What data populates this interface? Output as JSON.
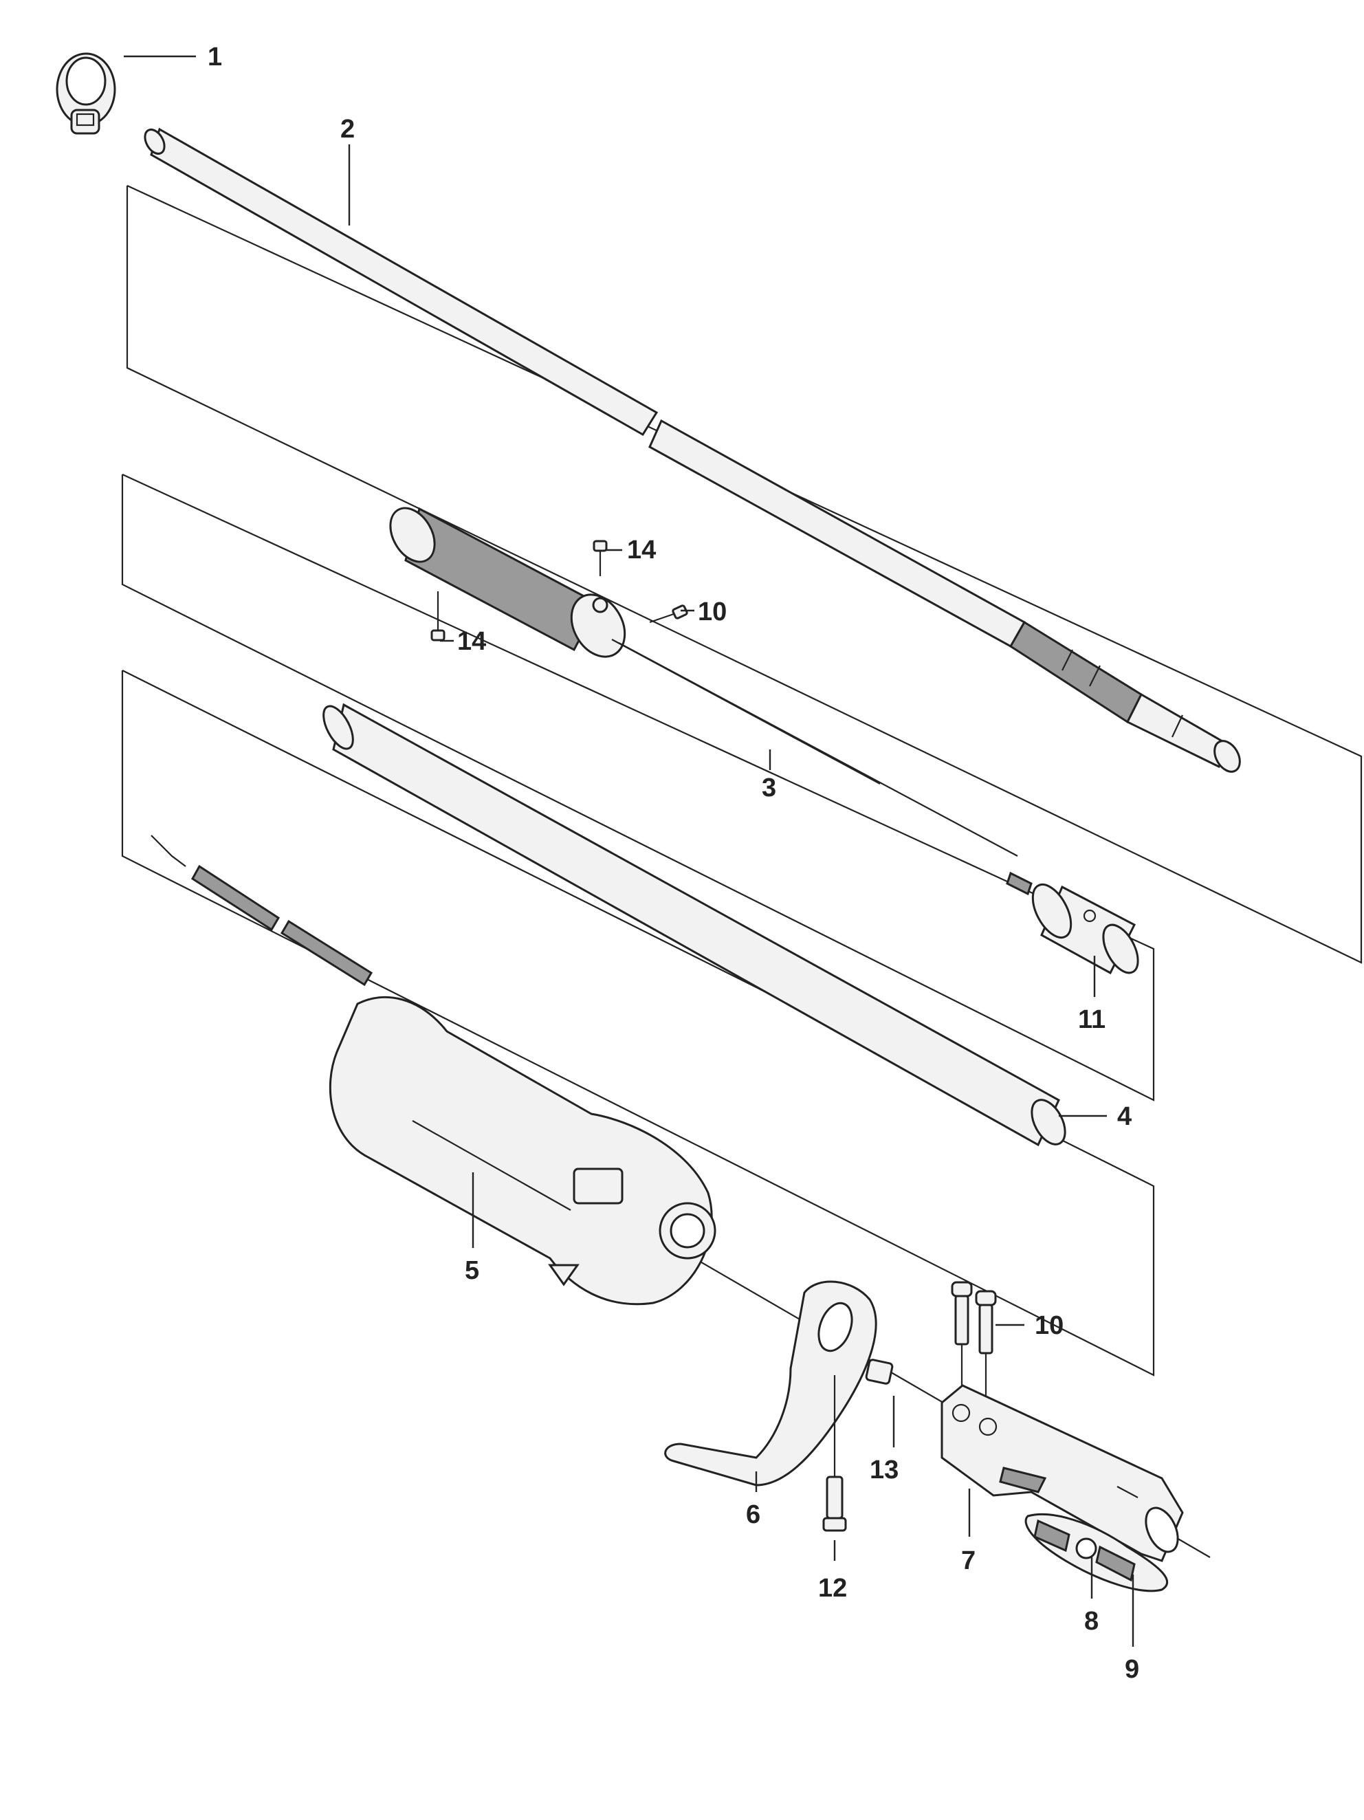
{
  "callouts": {
    "c1": "1",
    "c2": "2",
    "c3": "3",
    "c4": "4",
    "c5": "5",
    "c6": "6",
    "c7": "7",
    "c8": "8",
    "c9": "9",
    "c10a": "10",
    "c10b": "10",
    "c11": "11",
    "c12": "12",
    "c13": "13",
    "c14a": "14",
    "c14b": "14"
  },
  "colors": {
    "line": "#222222",
    "part_fill": "#f2f2f2",
    "shade": "#9a9a9a",
    "background": "#ffffff"
  }
}
